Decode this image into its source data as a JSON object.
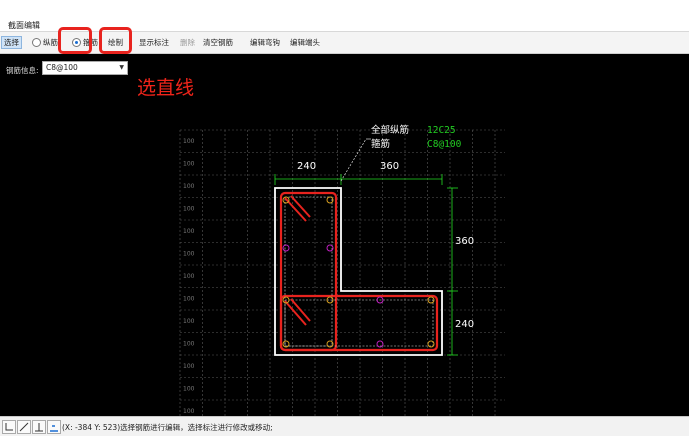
{
  "window": {
    "title": "截面编辑"
  },
  "toolbar": {
    "select_label": "选择",
    "longitudinal_label": "纵筋",
    "stirrup_label": "箍筋",
    "draw_label": "绘制",
    "show_annotation_label": "显示标注",
    "delete_label": "删除",
    "clear_rebar_label": "清空钢筋",
    "edit_stirrup_label": "编辑弯钩",
    "edit_end_label": "编辑端头"
  },
  "filter": {
    "label": "钢筋信息:",
    "value": "C8@100"
  },
  "annotation": {
    "text": "选直线"
  },
  "drawing": {
    "leader_text_1": "全部纵筋",
    "leader_text_2": "箍筋",
    "rebar_spec": "12C25",
    "stirrup_spec": "C8@100",
    "dim_top_left": "240",
    "dim_top_right": "360",
    "dim_right_top": "360",
    "dim_right_bottom": "240",
    "grid_label": "100",
    "colors": {
      "section_outline": "#ffffff",
      "rebar_red": "#e8231e",
      "dimension_green": "#22dd22",
      "spec_green": "#22cc22",
      "grid": "#5a5a5a",
      "magenta_bar": "#c020c0",
      "yellow_bar": "#d8a020"
    }
  },
  "statusbar": {
    "icons": [
      "corner-snap-icon",
      "line-icon",
      "perpendicular-icon",
      "ortho-icon"
    ],
    "text": "(X: -384 Y: 523)选择钢筋进行编辑，选择标注进行修改或移动;"
  }
}
